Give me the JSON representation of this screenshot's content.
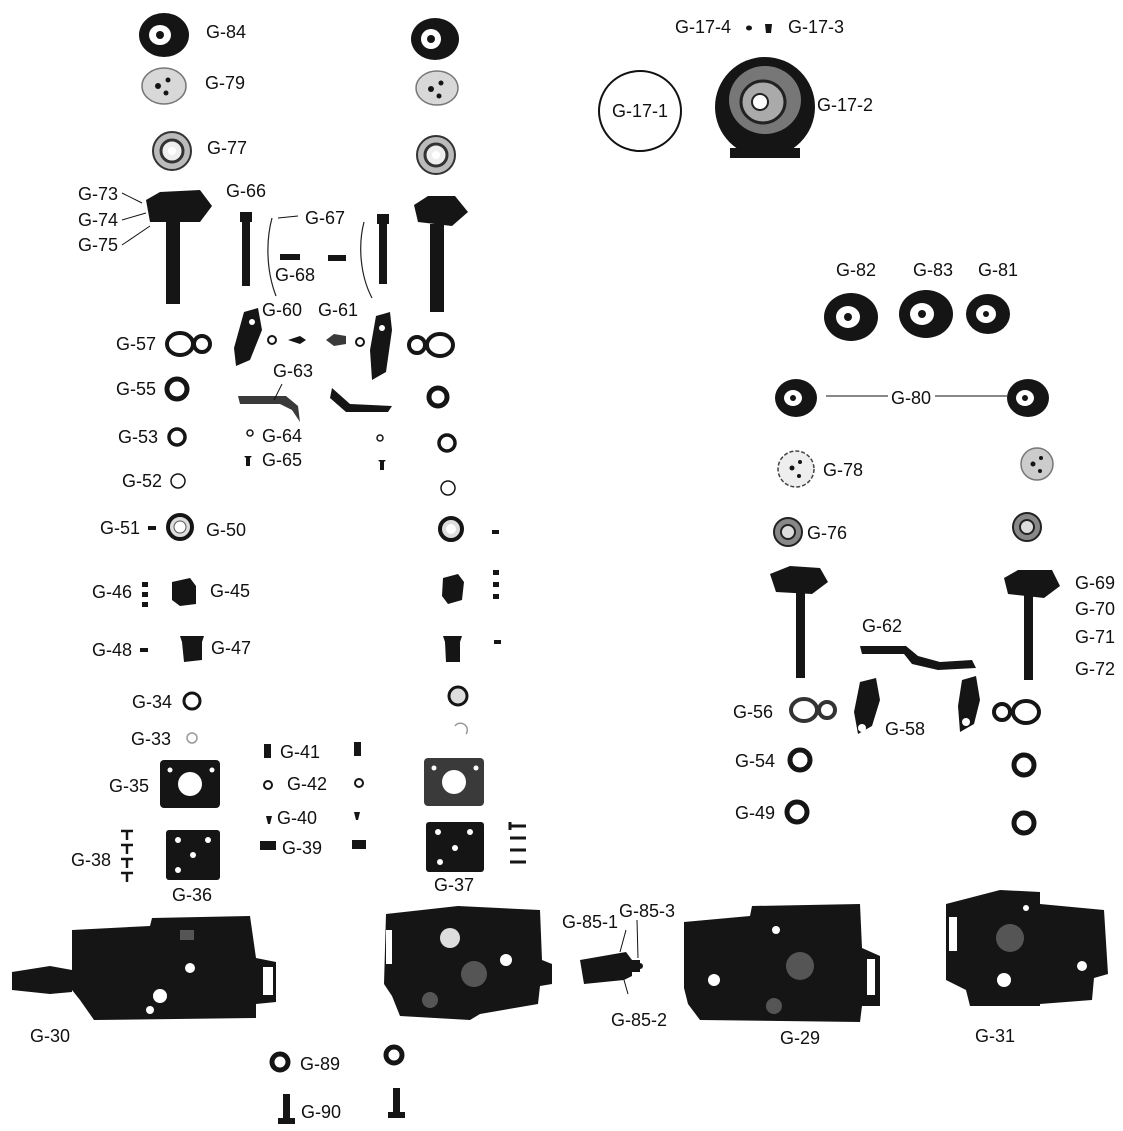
{
  "labels": {
    "g84": "G-84",
    "g79": "G-79",
    "g77": "G-77",
    "g73": "G-73",
    "g74": "G-74",
    "g75": "G-75",
    "g66": "G-66",
    "g67": "G-67",
    "g68": "G-68",
    "g60": "G-60",
    "g61": "G-61",
    "g57": "G-57",
    "g63": "G-63",
    "g55": "G-55",
    "g53": "G-53",
    "g64": "G-64",
    "g65": "G-65",
    "g52": "G-52",
    "g51": "G-51",
    "g50": "G-50",
    "g46": "G-46",
    "g45": "G-45",
    "g48": "G-48",
    "g47": "G-47",
    "g34": "G-34",
    "g33": "G-33",
    "g35": "G-35",
    "g41": "G-41",
    "g42": "G-42",
    "g40": "G-40",
    "g39": "G-39",
    "g38": "G-38",
    "g36": "G-36",
    "g37": "G-37",
    "g30": "G-30",
    "g89": "G-89",
    "g90": "G-90",
    "g85_1": "G-85-1",
    "g85_3": "G-85-3",
    "g85_2": "G-85-2",
    "g29": "G-29",
    "g31": "G-31",
    "g17_4": "G-17-4",
    "g17_3": "G-17-3",
    "g17_1": "G-17-1",
    "g17_2": "G-17-2",
    "g82": "G-82",
    "g83": "G-83",
    "g81": "G-81",
    "g80": "G-80",
    "g78": "G-78",
    "g76": "G-76",
    "g69": "G-69",
    "g70": "G-70",
    "g71": "G-71",
    "g72": "G-72",
    "g62": "G-62",
    "g56": "G-56",
    "g58": "G-58",
    "g54": "G-54",
    "g49": "G-49"
  }
}
